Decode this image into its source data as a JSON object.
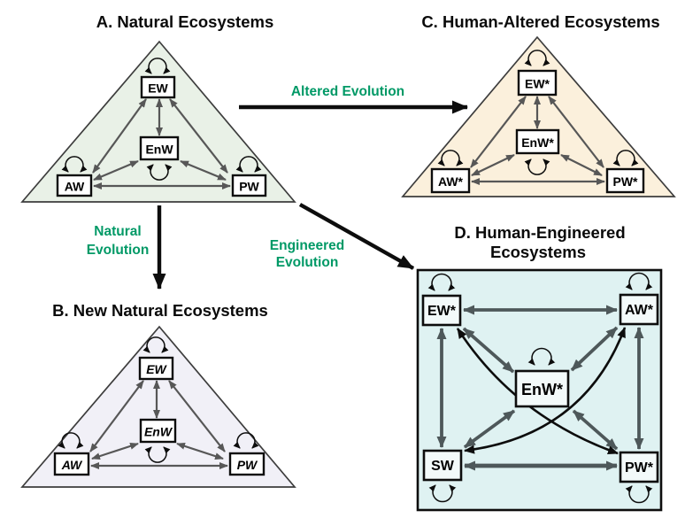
{
  "figure": {
    "panel_a": {
      "title": "A. Natural Ecosystems",
      "nodes": {
        "ew": "EW",
        "enw": "EnW",
        "aw": "AW",
        "pw": "PW"
      }
    },
    "panel_b": {
      "title": "B. New Natural Ecosystems",
      "nodes": {
        "ew": "EW",
        "enw": "EnW",
        "aw": "AW",
        "pw": "PW"
      }
    },
    "panel_c": {
      "title": "C. Human-Altered Ecosystems",
      "nodes": {
        "ew": "EW*",
        "enw": "EnW*",
        "aw": "AW*",
        "pw": "PW*"
      }
    },
    "panel_d": {
      "title_line1": "D. Human-Engineered",
      "title_line2": "Ecosystems",
      "nodes": {
        "ew": "EW*",
        "aw": "AW*",
        "enw": "EnW*",
        "sw": "SW",
        "pw": "PW*"
      }
    },
    "transitions": {
      "altered": "Altered Evolution",
      "natural_line1": "Natural",
      "natural_line2": "Evolution",
      "engineered_line1": "Engineered",
      "engineered_line2": "Evolution"
    }
  },
  "colors": {
    "green_label": "#009966",
    "panel_a_fill": "#e9f1e7",
    "panel_b_fill": "#f1f0f7",
    "panel_c_fill": "#fbf0dc",
    "panel_d_fill": "#dff2f2",
    "node_fill": "#ffffff",
    "node_fill_d": "#f3fafa",
    "arrow_gray": "#575757",
    "arrow_gray_d": "#4e585a",
    "arrow_dark": "#0d0d0d",
    "outline": "#3d3d3d"
  }
}
